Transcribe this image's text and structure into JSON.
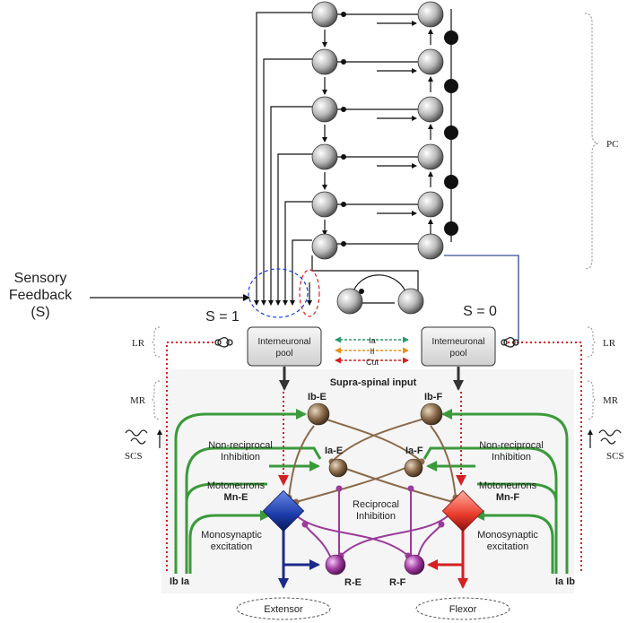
{
  "labels": {
    "sensory_line1": "Sensory",
    "sensory_line2": "Feedback",
    "sensory_line3": "(S)",
    "s_left": "S = 1",
    "s_right": "S = 0",
    "pc": "PC",
    "lr_left": "LR",
    "lr_right": "LR",
    "mr_left": "MR",
    "mr_right": "MR",
    "scs_left": "SCS",
    "scs_right": "SCS",
    "pool_left_1": "Interneuronal",
    "pool_left_2": "pool",
    "pool_right_1": "Interneuronal",
    "pool_right_2": "pool",
    "key_ia": "Ia",
    "key_ii": "II",
    "key_cut": "Cut",
    "supra": "Supra-spinal input",
    "ib_e": "Ib-E",
    "ib_f": "Ib-F",
    "ia_e": "Ia-E",
    "ia_f": "Ia-F",
    "nonrecip_left_1": "Non-reciprocal",
    "nonrecip_left_2": "Inhibition",
    "nonrecip_right_1": "Non-reciprocal",
    "nonrecip_right_2": "Inhibition",
    "moto_left_1": "Motoneurons",
    "moto_left_2": "Mn-E",
    "moto_right_1": "Motoneurons",
    "moto_right_2": "Mn-F",
    "recip_1": "Reciprocal",
    "recip_2": "Inhibition",
    "mono_left_1": "Monosynaptic",
    "mono_left_2": "excitation",
    "mono_right_1": "Monosynaptic",
    "mono_right_2": "excitation",
    "ibia_left": "Ib Ia",
    "iaib_right": "Ia Ib",
    "r_e": "R-E",
    "r_f": "R-F",
    "extensor": "Extensor",
    "flexor": "Flexor"
  },
  "colors": {
    "excitatory_green": "#3a9a3a",
    "inhibitory_red": "#d42020",
    "extensor_blue": "#1a2a8a",
    "renshaw_purple": "#9a3a9a",
    "ib_brown": "#8a6a4a",
    "ii_orange": "#e8901a",
    "ia_green": "#2a9a6a"
  }
}
